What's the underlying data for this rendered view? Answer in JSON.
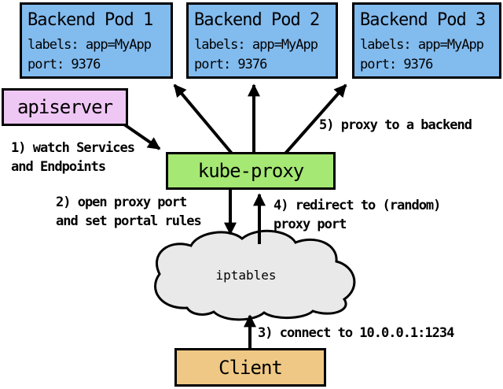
{
  "colors": {
    "pod_fill": "#82BBEE",
    "apiserver_fill": "#EFC7F4",
    "kube_proxy_fill": "#A5E873",
    "client_fill": "#EFC885",
    "cloud_fill": "#E9E9E9",
    "border": "#000000",
    "background": "#FFFFFF"
  },
  "pods": [
    {
      "title": "Backend Pod 1",
      "labels_line": "labels: app=MyApp",
      "port_line": "port: 9376"
    },
    {
      "title": "Backend Pod 2",
      "labels_line": "labels: app=MyApp",
      "port_line": "port: 9376"
    },
    {
      "title": "Backend Pod 3",
      "labels_line": "labels: app=MyApp",
      "port_line": "port: 9376"
    }
  ],
  "nodes": {
    "apiserver": "apiserver",
    "kube_proxy": "kube-proxy",
    "iptables": "iptables",
    "client": "Client"
  },
  "annotations": {
    "step1": "1) watch Services\nand Endpoints",
    "step2": "2) open proxy port\nand set portal rules",
    "step3": "3) connect to 10.0.0.1:1234",
    "step4": "4) redirect to (random)\nproxy port",
    "step5": "5) proxy to a backend"
  }
}
